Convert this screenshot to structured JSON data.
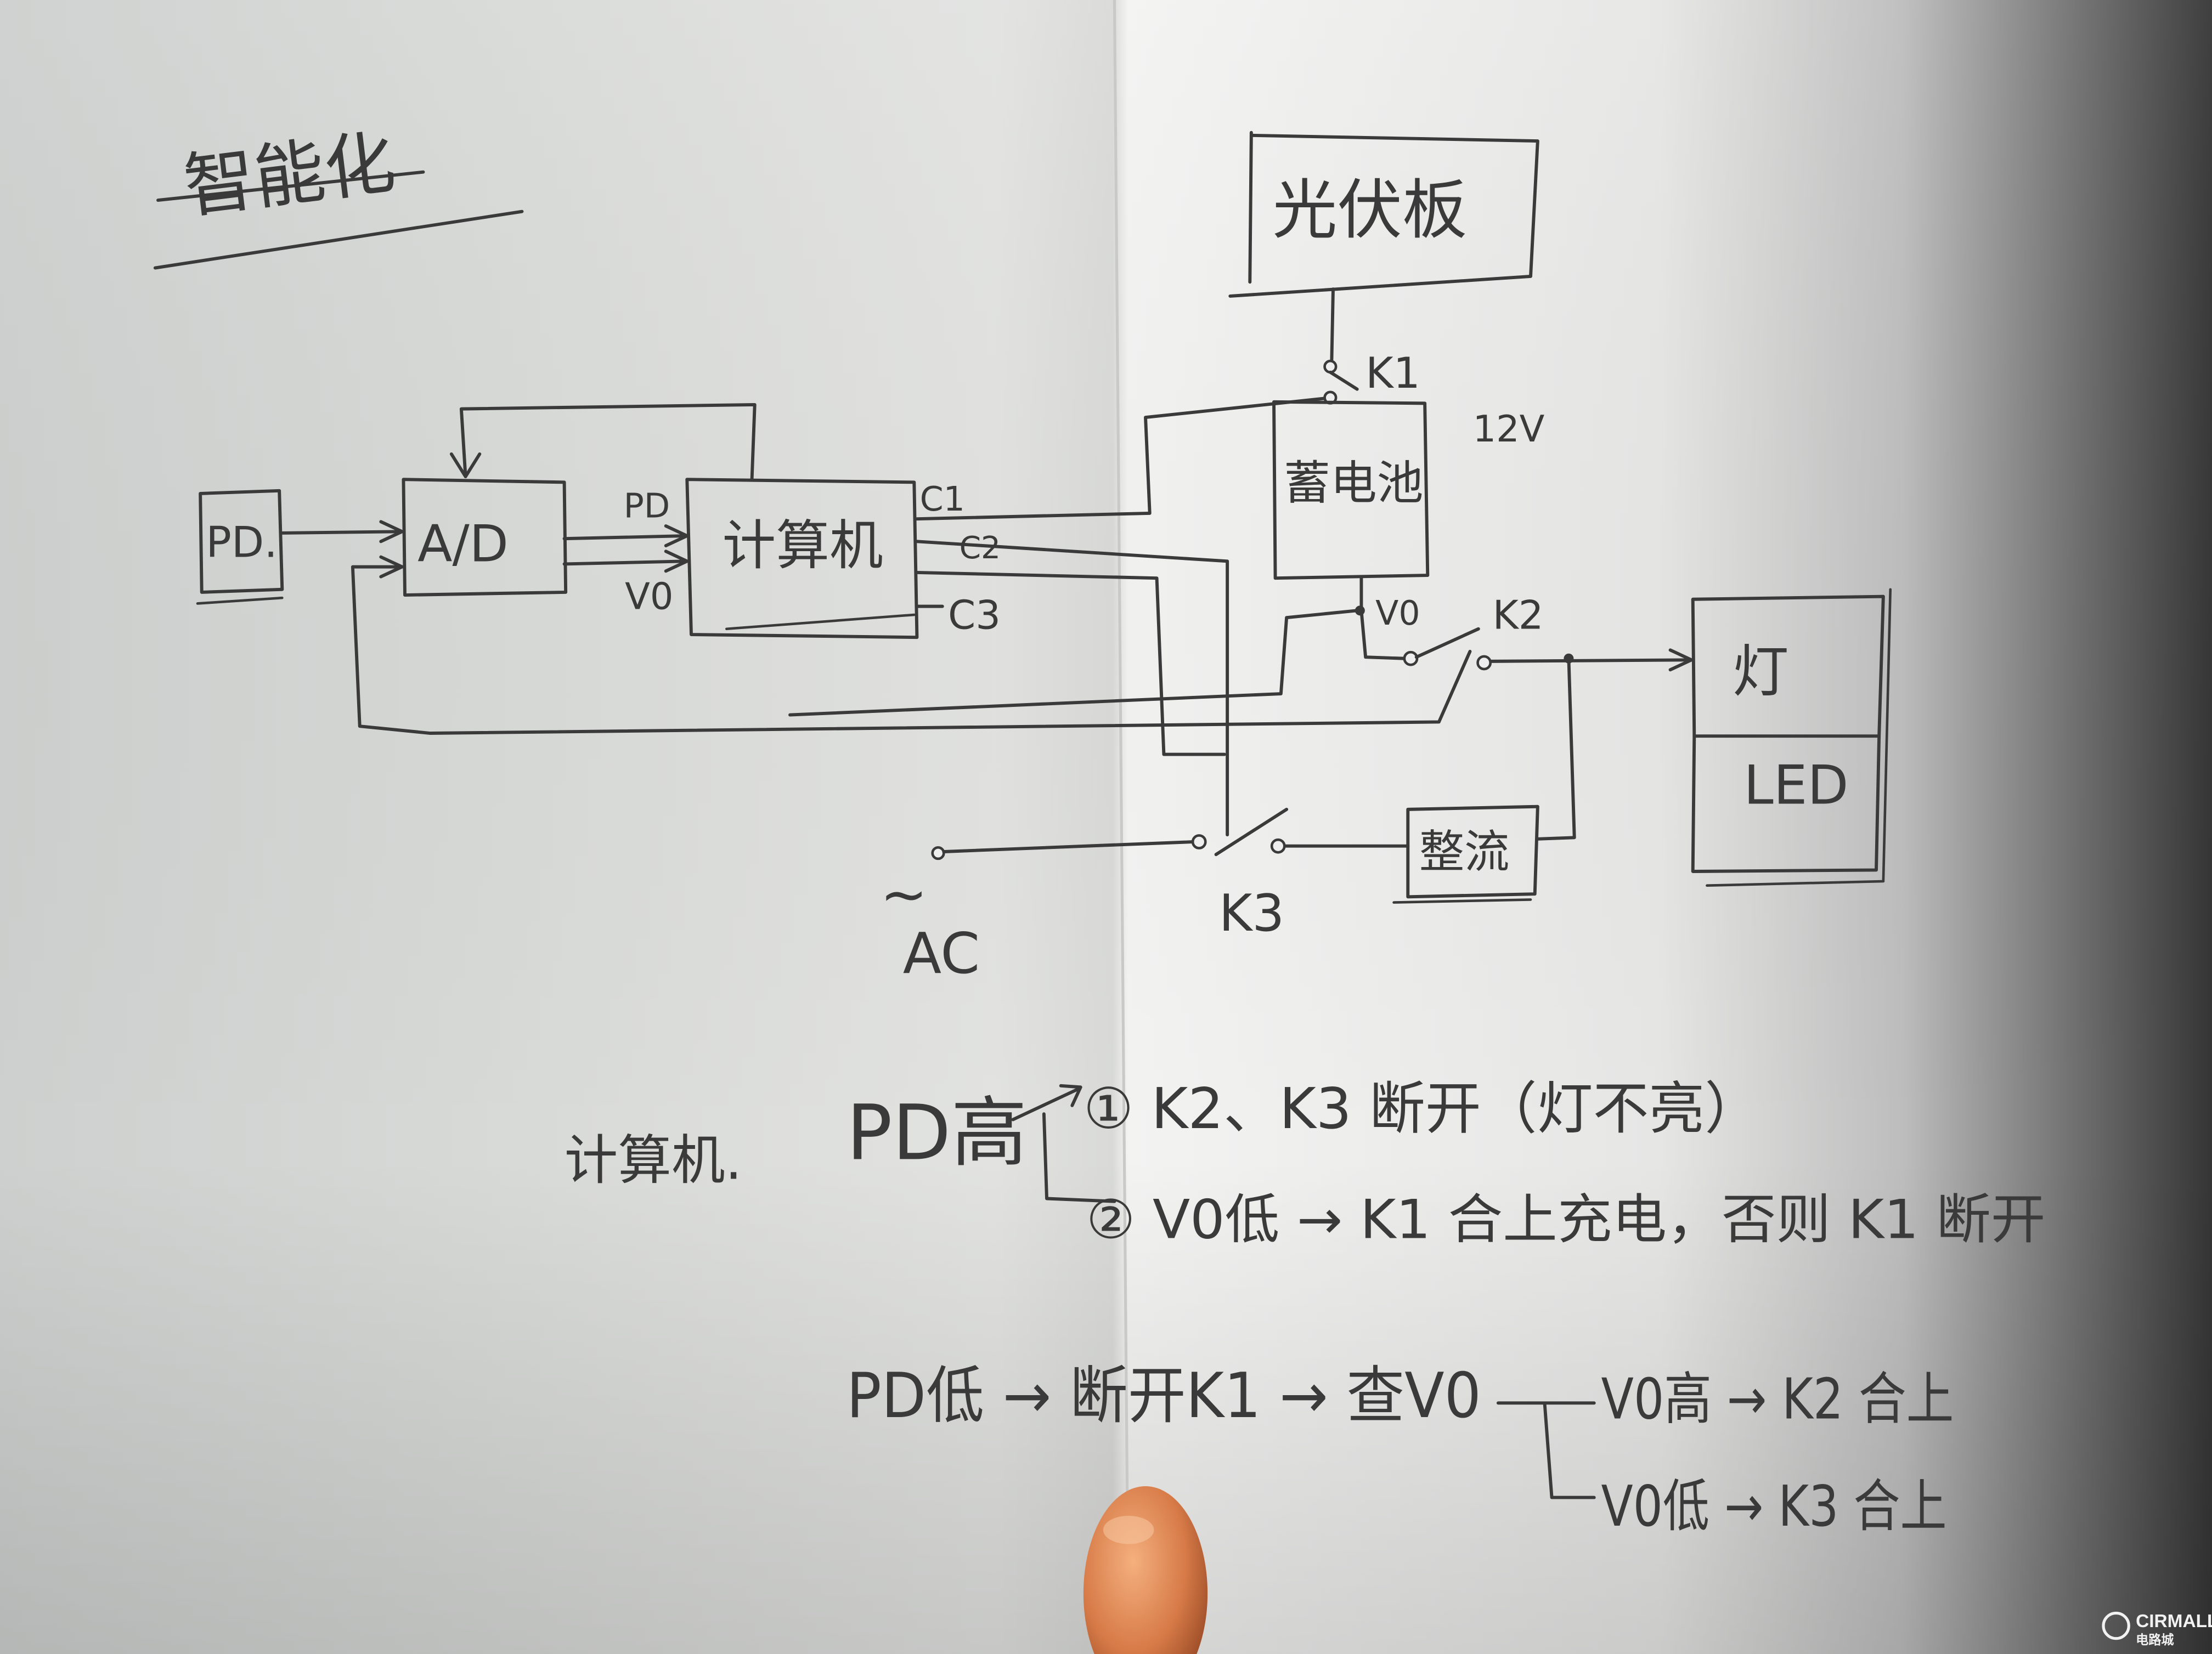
{
  "ink_color": "#3a3a3a",
  "title": "智能化",
  "diagram": {
    "pd_sensor": "PD.",
    "ad_converter": "A/D",
    "computer": "计算机",
    "signal_pd": "PD",
    "signal_v0": "V0",
    "output_c1": "C1",
    "output_c2": "C2",
    "output_c3": "C3",
    "solar_panel": "光伏板",
    "switch_k1": "K1",
    "battery": "蓄电池",
    "battery_voltage": "12V",
    "battery_output": "V0",
    "switch_k2": "K2",
    "lamp": "灯",
    "led": "LED",
    "rectifier": "整流",
    "switch_k3": "K3",
    "ac_symbol": "~",
    "ac_source": "AC"
  },
  "logic": {
    "heading": "计算机.",
    "pd_high": "PD高",
    "pd_high_case1": "① K2、K3 断开（灯不亮）",
    "pd_high_case2": "② V0低 → K1 合上充电，否则 K1 断开",
    "pd_low": "PD低 → 断开K1 → 查V0",
    "v0_high": "V0高 → K2 合上",
    "v0_low": "V0低 → K3 合上"
  },
  "watermark": {
    "brand": "CIRMALL",
    "brand_cn": "电路城"
  }
}
